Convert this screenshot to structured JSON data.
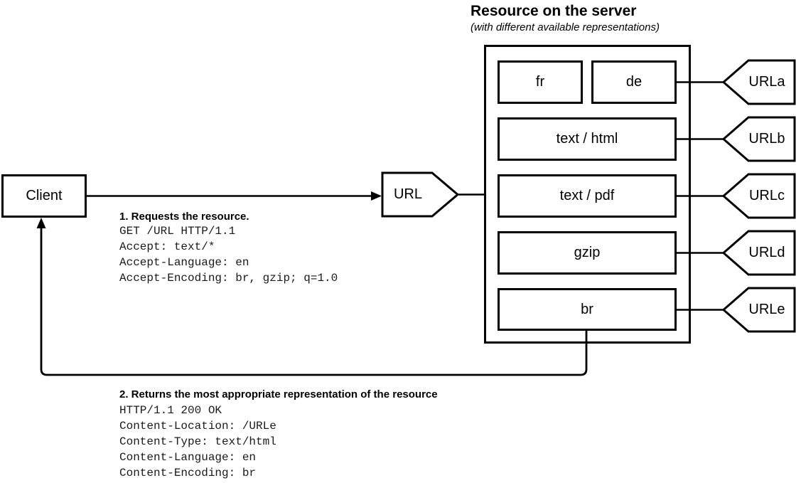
{
  "colors": {
    "ink": "#000000",
    "paper": "#ffffff"
  },
  "header": {
    "title": "Resource on the server",
    "subtitle": "(with different available representations)"
  },
  "client": {
    "label": "Client"
  },
  "url_node": {
    "label": "URL"
  },
  "server": {
    "representations": [
      {
        "label": "fr"
      },
      {
        "label": "de"
      },
      {
        "label": "text / html"
      },
      {
        "label": "text / pdf"
      },
      {
        "label": "gzip"
      },
      {
        "label": "br"
      }
    ]
  },
  "url_tags": [
    {
      "label": "URLa"
    },
    {
      "label": "URLb"
    },
    {
      "label": "URLc"
    },
    {
      "label": "URLd"
    },
    {
      "label": "URLe"
    }
  ],
  "request": {
    "step_label": "1. Requests the resource.",
    "http_lines": [
      "GET /URL HTTP/1.1",
      "Accept: text/*",
      "Accept-Language: en",
      "Accept-Encoding: br, gzip; q=1.0"
    ]
  },
  "response": {
    "step_label": "2. Returns the most appropriate representation of the resource",
    "http_lines": [
      "HTTP/1.1 200 OK",
      "Content-Location: /URLe",
      "Content-Type: text/html",
      "Content-Language: en",
      "Content-Encoding: br"
    ]
  }
}
